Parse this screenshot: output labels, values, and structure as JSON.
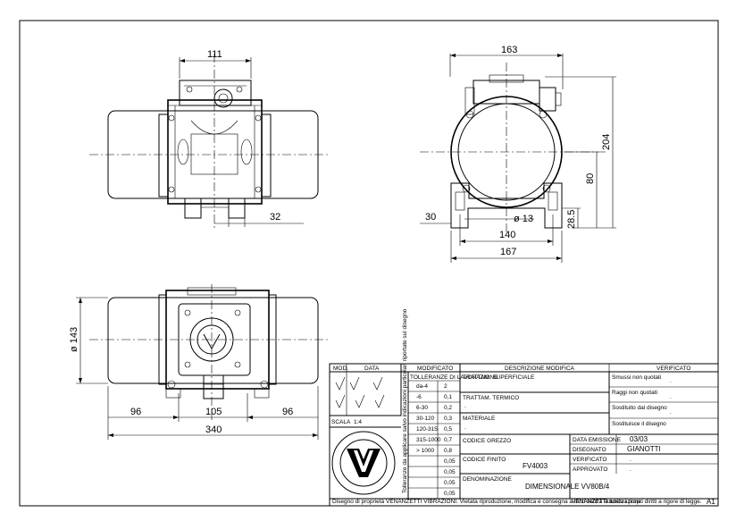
{
  "drawing": {
    "dimensions": {
      "top_width": "111",
      "top_offset": "32",
      "side_width": "163",
      "side_height": "204",
      "side_center_height": "80",
      "side_foot": "30",
      "side_hole": "ø 13",
      "side_base_height": "28.5",
      "side_hole_spacing": "140",
      "side_base_width": "167",
      "front_diameter": "ø 143",
      "front_left": "96",
      "front_mid": "105",
      "front_right": "96",
      "front_total": "340"
    },
    "corner_label": "A1"
  },
  "title_block": {
    "revisions_header": {
      "col1": "MOD.",
      "col2": "DATA",
      "col3": "MODIFICATO",
      "col4": "DESCRIZIONE MODIFICA",
      "col5": "VERIFICATO"
    },
    "tolerance_header": "TOLLERANZE DI LAVORAZIONE",
    "tolerance_rows": [
      {
        "range": "da-4",
        "value": "2"
      },
      {
        "range": "-6",
        "value": "0,1"
      },
      {
        "range": "6-30",
        "value": "0,2"
      },
      {
        "range": "30-120",
        "value": "0,3"
      },
      {
        "range": "120-315",
        "value": "0,5"
      },
      {
        "range": "315-1000",
        "value": "0,7"
      },
      {
        "range": "> 1000",
        "value": "0,8"
      },
      {
        "range": "",
        "value": "0,05"
      },
      {
        "range": "",
        "value": "0,05"
      },
      {
        "range": "",
        "value": "0,05"
      },
      {
        "range": "",
        "value": "0,05"
      }
    ],
    "vertical_note": "Tolleranze da applicare salvo indicazioni particolari riportate sul disegno",
    "scale_label": "SCALA",
    "scale_value": "1:4",
    "labels": {
      "surface_treatment": "TRATTAM. SUPERFICIALE",
      "thermal_treatment": "TRATTAM. TERMICO",
      "material": "MATERIALE",
      "raw_code": "CODICE GREZZO",
      "finished_code": "CODICE FINITO",
      "denomination": "DENOMINAZIONE",
      "issue_date": "DATA EMISSIONE",
      "drawn_by": "DISEGNATO",
      "checked": "VERIFICATO",
      "approved": "APPROVATO",
      "sharp_edges": "Smussi non quotati",
      "radii": "Raggi non quotati",
      "replaces": "Sostituisce il disegno",
      "replaced_by": "Sostituito dal disegno"
    },
    "values": {
      "thermal_treatment": ".",
      "material": ".",
      "finished_code": "FV4003",
      "denomination": "DIMENSIONALE VV80B/4",
      "issue_date": "03/03",
      "drawn_by": "GIANOTTI",
      "checked": ".",
      "approved": ".",
      "sharp_edges": ".",
      "radii": ".",
      "replaced_by": "."
    },
    "footer_left": "Disegno di proprietà VENANZETTI VIBRAZIONI. Vietata riproduzione, modifica e consegna a terzi senza autorizzazione.",
    "footer_right": "VENANZETTI tutela i propri diritti a rigore di legge."
  }
}
